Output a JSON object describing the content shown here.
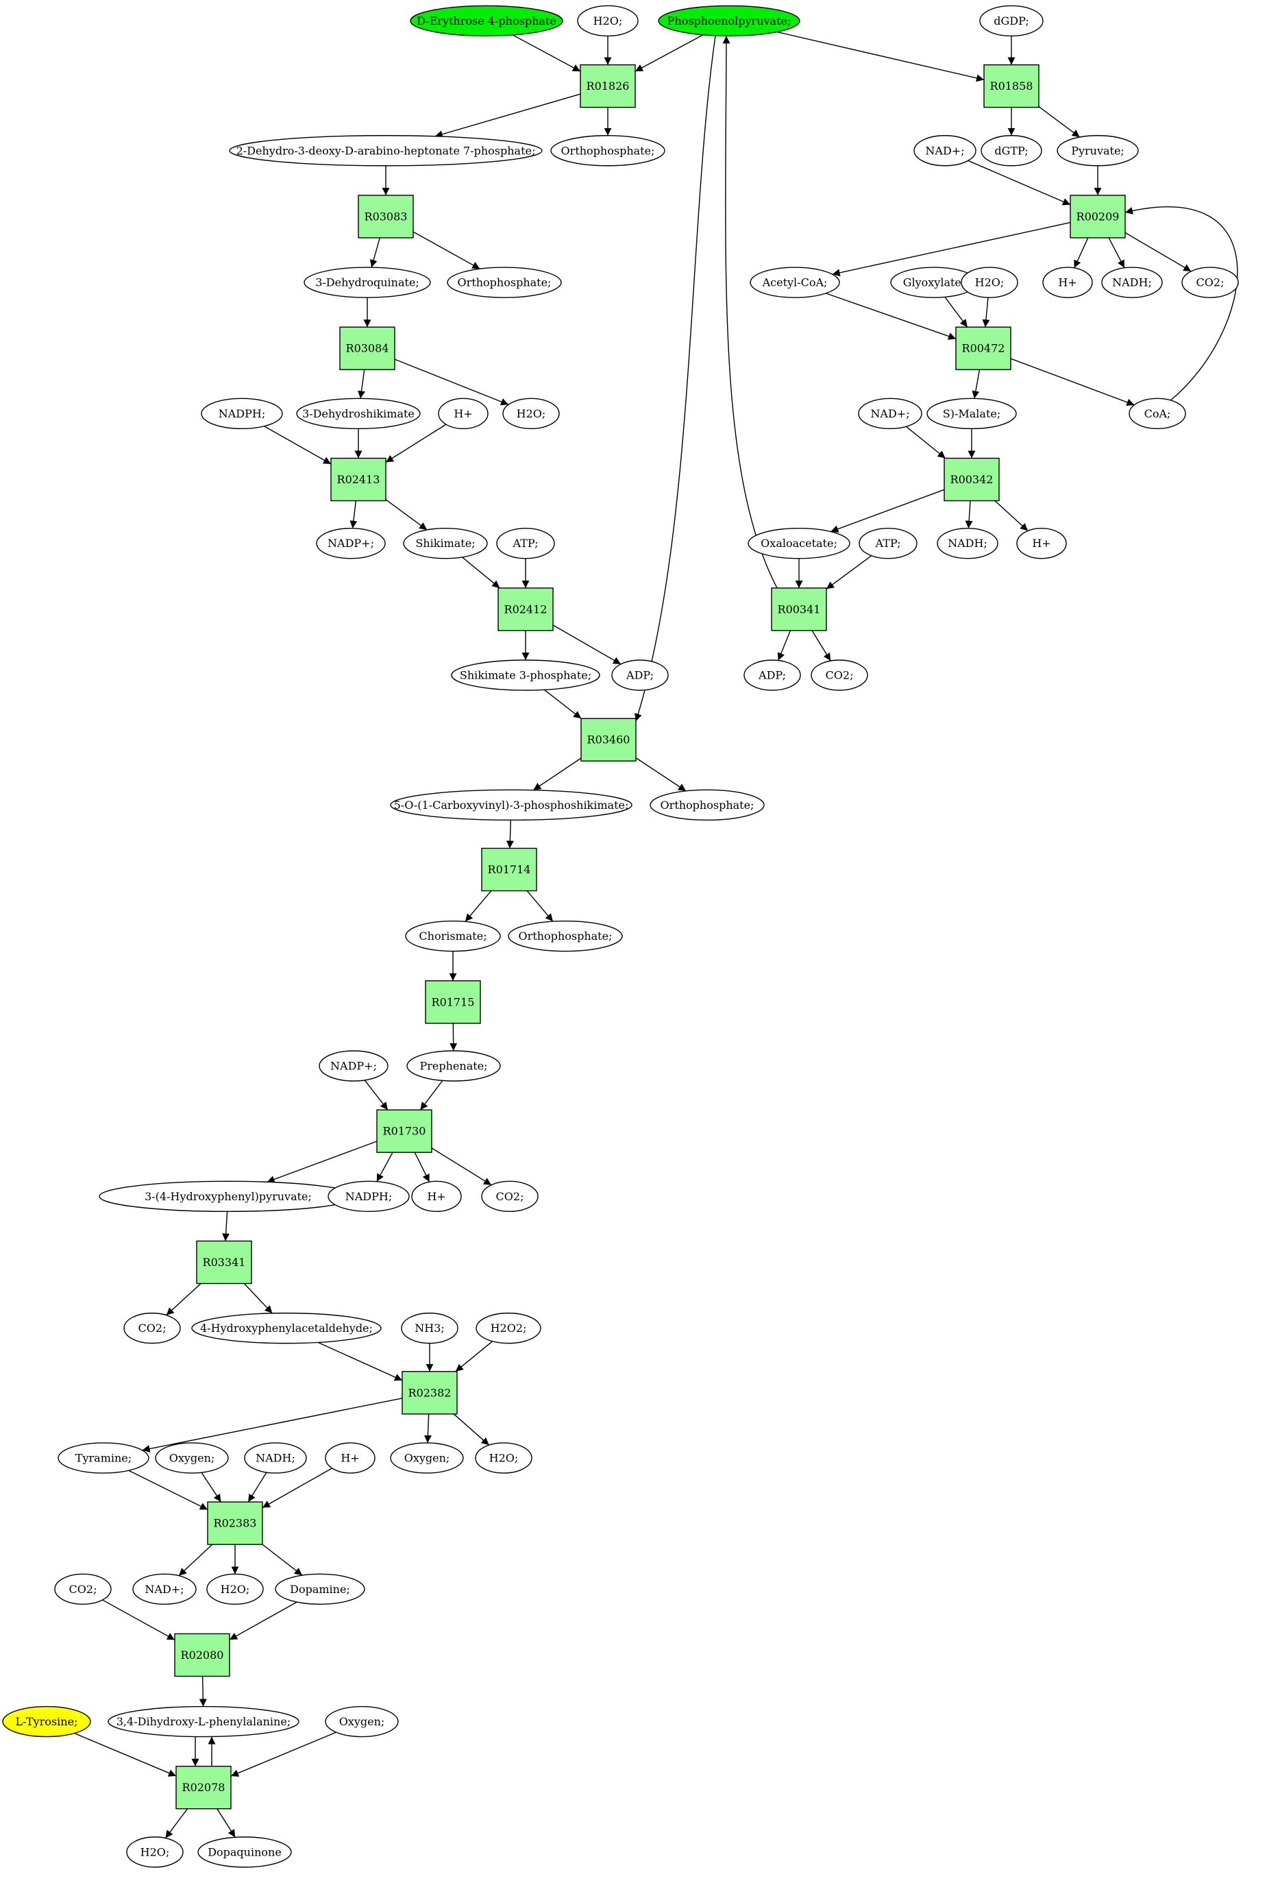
{
  "colors": {
    "start_compound": "#00ee00",
    "target_compound": "#ffff00",
    "reaction": "#98fb98",
    "compound": "#ffffff",
    "stroke": "#000000"
  },
  "compounds": [
    {
      "id": "c_e4p",
      "label": "D-Erythrose 4-phosphate",
      "kind": "start"
    },
    {
      "id": "c_h2o_1",
      "label": "H2O;"
    },
    {
      "id": "c_pep",
      "label": "Phosphoenolpyruvate;",
      "kind": "start"
    },
    {
      "id": "c_dgdp",
      "label": "dGDP;"
    },
    {
      "id": "c_dahp",
      "label": "2-Dehydro-3-deoxy-D-arabino-heptonate 7-phosphate;"
    },
    {
      "id": "c_pi_1",
      "label": "Orthophosphate;"
    },
    {
      "id": "c_nad_1",
      "label": "NAD+;"
    },
    {
      "id": "c_dgtp",
      "label": "dGTP;"
    },
    {
      "id": "c_pyr",
      "label": "Pyruvate;"
    },
    {
      "id": "c_dhq",
      "label": "3-Dehydroquinate;"
    },
    {
      "id": "c_pi_2",
      "label": "Orthophosphate;"
    },
    {
      "id": "c_accoa",
      "label": "Acetyl-CoA;"
    },
    {
      "id": "c_glyox",
      "label": "Glyoxylate;"
    },
    {
      "id": "c_h2o_2",
      "label": "H2O;"
    },
    {
      "id": "c_h_1",
      "label": "H+"
    },
    {
      "id": "c_nadh_1",
      "label": "NADH;"
    },
    {
      "id": "c_co2_1",
      "label": "CO2;"
    },
    {
      "id": "c_nadph_1",
      "label": "NADPH;"
    },
    {
      "id": "c_dhs",
      "label": "3-Dehydroshikimate"
    },
    {
      "id": "c_h_2",
      "label": "H+"
    },
    {
      "id": "c_h2o_3",
      "label": "H2O;"
    },
    {
      "id": "c_nad_2",
      "label": "NAD+;"
    },
    {
      "id": "c_mal",
      "label": "S)-Malate;"
    },
    {
      "id": "c_coa",
      "label": "CoA;"
    },
    {
      "id": "c_nadp_1",
      "label": "NADP+;"
    },
    {
      "id": "c_shik",
      "label": "Shikimate;"
    },
    {
      "id": "c_atp_1",
      "label": "ATP;"
    },
    {
      "id": "c_oaa",
      "label": "Oxaloacetate;"
    },
    {
      "id": "c_atp_2",
      "label": "ATP;"
    },
    {
      "id": "c_nadh_2",
      "label": "NADH;"
    },
    {
      "id": "c_h_3",
      "label": "H+"
    },
    {
      "id": "c_s3p",
      "label": "Shikimate 3-phosphate;"
    },
    {
      "id": "c_adp_1",
      "label": "ADP;"
    },
    {
      "id": "c_adp_2",
      "label": "ADP;"
    },
    {
      "id": "c_co2_2",
      "label": "CO2;"
    },
    {
      "id": "c_epsp",
      "label": "5-O-(1-Carboxyvinyl)-3-phosphoshikimate;"
    },
    {
      "id": "c_pi_3",
      "label": "Orthophosphate;"
    },
    {
      "id": "c_chor",
      "label": "Chorismate;"
    },
    {
      "id": "c_pi_4",
      "label": "Orthophosphate;"
    },
    {
      "id": "c_nadp_2",
      "label": "NADP+;"
    },
    {
      "id": "c_preph",
      "label": "Prephenate;"
    },
    {
      "id": "c_hpp",
      "label": "3-(4-Hydroxyphenyl)pyruvate;"
    },
    {
      "id": "c_nadph_2",
      "label": "NADPH;"
    },
    {
      "id": "c_h_4",
      "label": "H+"
    },
    {
      "id": "c_co2_3",
      "label": "CO2;"
    },
    {
      "id": "c_co2_4",
      "label": "CO2;"
    },
    {
      "id": "c_hpaa",
      "label": "4-Hydroxyphenylacetaldehyde;"
    },
    {
      "id": "c_nh3",
      "label": "NH3;"
    },
    {
      "id": "c_h2o2",
      "label": "H2O2;"
    },
    {
      "id": "c_tyra",
      "label": "Tyramine;"
    },
    {
      "id": "c_o2_1",
      "label": "Oxygen;"
    },
    {
      "id": "c_nadh_3",
      "label": "NADH;"
    },
    {
      "id": "c_h_5",
      "label": "H+"
    },
    {
      "id": "c_o2_2",
      "label": "Oxygen;"
    },
    {
      "id": "c_h2o_4",
      "label": "H2O;"
    },
    {
      "id": "c_co2_5",
      "label": "CO2;"
    },
    {
      "id": "c_nad_3",
      "label": "NAD+;"
    },
    {
      "id": "c_h2o_5",
      "label": "H2O;"
    },
    {
      "id": "c_dopa",
      "label": "Dopamine;"
    },
    {
      "id": "c_tyr",
      "label": "L-Tyrosine;",
      "kind": "target"
    },
    {
      "id": "c_ldopa",
      "label": "3,4-Dihydroxy-L-phenylalanine;"
    },
    {
      "id": "c_o2_3",
      "label": "Oxygen;"
    },
    {
      "id": "c_h2o_6",
      "label": "H2O;"
    },
    {
      "id": "c_dq",
      "label": "Dopaquinone"
    }
  ],
  "reactions": [
    {
      "id": "r_01826",
      "label": "R01826"
    },
    {
      "id": "r_01858",
      "label": "R01858"
    },
    {
      "id": "r_03083",
      "label": "R03083"
    },
    {
      "id": "r_00209",
      "label": "R00209"
    },
    {
      "id": "r_03084",
      "label": "R03084"
    },
    {
      "id": "r_00472",
      "label": "R00472"
    },
    {
      "id": "r_02413",
      "label": "R02413"
    },
    {
      "id": "r_00342",
      "label": "R00342"
    },
    {
      "id": "r_02412",
      "label": "R02412"
    },
    {
      "id": "r_00341",
      "label": "R00341"
    },
    {
      "id": "r_03460",
      "label": "R03460"
    },
    {
      "id": "r_01714",
      "label": "R01714"
    },
    {
      "id": "r_01715",
      "label": "R01715"
    },
    {
      "id": "r_01730",
      "label": "R01730"
    },
    {
      "id": "r_03341",
      "label": "R03341"
    },
    {
      "id": "r_02382",
      "label": "R02382"
    },
    {
      "id": "r_02383",
      "label": "R02383"
    },
    {
      "id": "r_02080",
      "label": "R02080"
    },
    {
      "id": "r_02078",
      "label": "R02078"
    }
  ],
  "edges": [
    [
      "c_e4p",
      "r_01826"
    ],
    [
      "c_h2o_1",
      "r_01826"
    ],
    [
      "c_pep",
      "r_01826"
    ],
    [
      "r_01826",
      "c_dahp"
    ],
    [
      "r_01826",
      "c_pi_1"
    ],
    [
      "c_pep",
      "r_01858"
    ],
    [
      "c_dgdp",
      "r_01858"
    ],
    [
      "r_01858",
      "c_dgtp"
    ],
    [
      "r_01858",
      "c_pyr"
    ],
    [
      "c_dahp",
      "r_03083"
    ],
    [
      "r_03083",
      "c_dhq"
    ],
    [
      "r_03083",
      "c_pi_2"
    ],
    [
      "c_nad_1",
      "r_00209"
    ],
    [
      "c_pyr",
      "r_00209"
    ],
    [
      "c_coa",
      "r_00209"
    ],
    [
      "r_00209",
      "c_accoa"
    ],
    [
      "r_00209",
      "c_h_1"
    ],
    [
      "r_00209",
      "c_nadh_1"
    ],
    [
      "r_00209",
      "c_co2_1"
    ],
    [
      "c_dhq",
      "r_03084"
    ],
    [
      "r_03084",
      "c_dhs"
    ],
    [
      "r_03084",
      "c_h2o_3"
    ],
    [
      "c_accoa",
      "r_00472"
    ],
    [
      "c_glyox",
      "r_00472"
    ],
    [
      "c_h2o_2",
      "r_00472"
    ],
    [
      "r_00472",
      "c_mal"
    ],
    [
      "r_00472",
      "c_coa"
    ],
    [
      "c_nadph_1",
      "r_02413"
    ],
    [
      "c_dhs",
      "r_02413"
    ],
    [
      "c_h_2",
      "r_02413"
    ],
    [
      "r_02413",
      "c_nadp_1"
    ],
    [
      "r_02413",
      "c_shik"
    ],
    [
      "c_nad_2",
      "r_00342"
    ],
    [
      "c_mal",
      "r_00342"
    ],
    [
      "r_00342",
      "c_oaa"
    ],
    [
      "r_00342",
      "c_nadh_2"
    ],
    [
      "r_00342",
      "c_h_3"
    ],
    [
      "c_shik",
      "r_02412"
    ],
    [
      "c_atp_1",
      "r_02412"
    ],
    [
      "r_02412",
      "c_s3p"
    ],
    [
      "r_02412",
      "c_adp_1"
    ],
    [
      "c_oaa",
      "r_00341"
    ],
    [
      "c_atp_2",
      "r_00341"
    ],
    [
      "r_00341",
      "c_pep"
    ],
    [
      "r_00341",
      "c_adp_2"
    ],
    [
      "r_00341",
      "c_co2_2"
    ],
    [
      "c_s3p",
      "r_03460"
    ],
    [
      "c_pep",
      "r_03460"
    ],
    [
      "r_03460",
      "c_epsp"
    ],
    [
      "r_03460",
      "c_pi_3"
    ],
    [
      "c_epsp",
      "r_01714"
    ],
    [
      "r_01714",
      "c_chor"
    ],
    [
      "r_01714",
      "c_pi_4"
    ],
    [
      "c_chor",
      "r_01715"
    ],
    [
      "r_01715",
      "c_preph"
    ],
    [
      "c_nadp_2",
      "r_01730"
    ],
    [
      "c_preph",
      "r_01730"
    ],
    [
      "r_01730",
      "c_hpp"
    ],
    [
      "r_01730",
      "c_nadph_2"
    ],
    [
      "r_01730",
      "c_h_4"
    ],
    [
      "r_01730",
      "c_co2_3"
    ],
    [
      "c_hpp",
      "r_03341"
    ],
    [
      "r_03341",
      "c_co2_4"
    ],
    [
      "r_03341",
      "c_hpaa"
    ],
    [
      "c_hpaa",
      "r_02382"
    ],
    [
      "c_nh3",
      "r_02382"
    ],
    [
      "c_h2o2",
      "r_02382"
    ],
    [
      "r_02382",
      "c_tyra"
    ],
    [
      "r_02382",
      "c_o2_2"
    ],
    [
      "r_02382",
      "c_h2o_4"
    ],
    [
      "c_tyra",
      "r_02383"
    ],
    [
      "c_o2_1",
      "r_02383"
    ],
    [
      "c_nadh_3",
      "r_02383"
    ],
    [
      "c_h_5",
      "r_02383"
    ],
    [
      "r_02383",
      "c_nad_3"
    ],
    [
      "r_02383",
      "c_h2o_5"
    ],
    [
      "r_02383",
      "c_dopa"
    ],
    [
      "c_co2_5",
      "r_02080"
    ],
    [
      "c_dopa",
      "r_02080"
    ],
    [
      "r_02080",
      "c_ldopa"
    ],
    [
      "c_tyr",
      "r_02078"
    ],
    [
      "c_ldopa",
      "r_02078"
    ],
    [
      "c_o2_3",
      "r_02078"
    ],
    [
      "r_02078",
      "c_ldopa"
    ],
    [
      "r_02078",
      "c_h2o_6"
    ],
    [
      "r_02078",
      "c_dq"
    ]
  ]
}
